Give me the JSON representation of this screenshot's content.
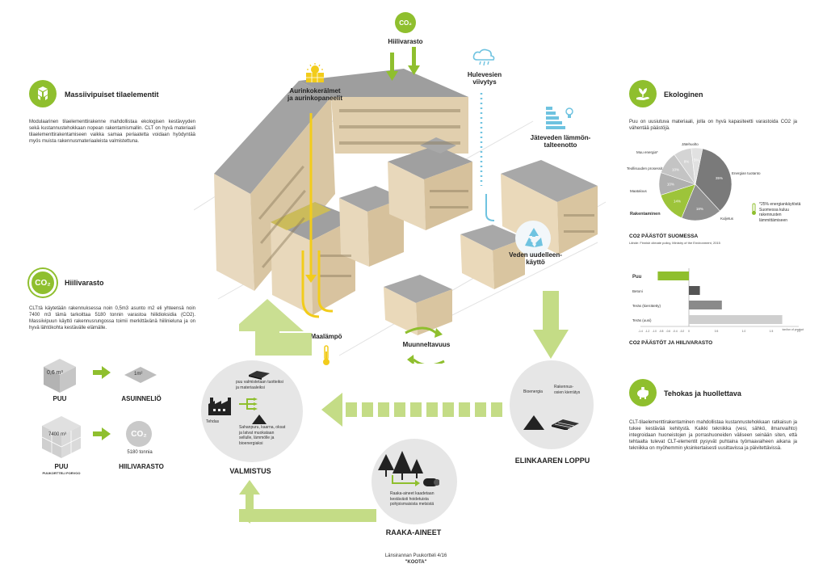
{
  "left": {
    "massive": {
      "title": "Massiivipuiset tilaelementit",
      "text": "Modulaarinen tilaelementtirakenne mahdollistaa ekologisen kestävyyden sekä kustannustehokkaan nopean rakentamismallin. CLT on hyvä materiaali tilaelementtirakentamiseen vaikka samaa periaatetta voidaan hyödyntää myös muista rakennusmateriaaleista valmistettuna."
    },
    "carbon": {
      "badge": "CO₂",
      "title": "Hiilivarasto",
      "text": "CLT:tä käytetään rakennuksessa noin 0,5m3 asunto m2 eli yhteensä noin 7400 m3 tämä tarkoittaa 5180 tonnin varastoa hiilidioksidia (CO2). Massiivipuun käyttö rakennusrungossa toimii merkittävänä hiilinieluna ja on hyvä lähtökohta kestävälle elämälle."
    },
    "cube1_value": "0,6 m³",
    "cube1_label": "PUU",
    "flat_value": "1m²",
    "flat_label": "ASUINNELIÖ",
    "cube2_value": "7400 m³",
    "cube2_label": "PUU",
    "cube2_sub": "PUUKORTTELI PORVOO",
    "co2_badge": "CO₂",
    "co2_value": "5180 tonnia",
    "co2_label": "HIILIVARASTO"
  },
  "center": {
    "top_badge": "CO₂",
    "top_label": "Hiilivarasto",
    "solar": "Aurinkokerälmet\nja aurinkopaneelit",
    "storm": "Hulevesien\nviivytys",
    "heat_recovery": "Jäteveden lämmön-\ntalteenotto",
    "water_reuse": "Veden uudelleen-\nkäyttö",
    "geothermal": "Maalämpö",
    "flexibility": "Muunneltavuus",
    "manufacturing": {
      "title": "VALMISTUS",
      "factory": "Tehdas",
      "note1": "puu valmistetaan tuotteiksi ja materiaaleiksi",
      "note2": "Sahanpuru, kaarna, oksat ja latvat muokataan sellulle, lämmölle ja bioenergiaksi"
    },
    "end_of_life": {
      "title": "ELINKAAREN LOPPU",
      "bio": "Bioenergia",
      "recycle": "Rakennus-osien kierrätys"
    },
    "raw": {
      "title": "RAAKA-AINEET",
      "note": "Raaka-aineet kaadetaan kestävästi hoidetuista pohjoismaisista metsistä"
    },
    "footer_line1": "Länsirannan Puukortteli  4/16",
    "footer_line2": "\"KOOTA\""
  },
  "right": {
    "eco": {
      "title": "Ekologinen",
      "text": "Puu on uusiutuva materiaali, jolla on hyvä kapasiteetti varastoida CO2 ja vähentää päästöjä."
    },
    "efficient": {
      "title": "Tehokas ja huollettava",
      "text": "CLT-tilaelementtirakentaminen mahdollistaa kustannustehokkaan ratkaisun ja tukee kestävää kehitystä. Kaikki tekniikka (vesi, sähkö, ilmanvaihto) integroidaan huoneistojen ja porrashuoneiden väliseen seinään siten, että tehtaalta tulevat CLT-elementit pysyvät puhtaina työmaavaiheen aikana ja tekniikka on myöhemmin yksinkertaisesti uusittavissa ja päivitettävissä."
    },
    "pie_note": "*25% energiankäytöstä Suomessa kuluu rakennusten lämmittämiseen",
    "pie_title": "CO2 PÄÄSTÖT SUOMESSA",
    "pie_source": "Lähde: Finnish climate policy, Ministry of the Environment, 2015",
    "bar_title": "CO2 PÄÄSTÖT JA HIILIVARASTO",
    "bar_unit": "ton/ton of product"
  },
  "chart_data": [
    {
      "type": "pie",
      "title": "CO2 PÄÄSTÖT SUOMESSA",
      "slices": [
        {
          "label": "Energian tuotanto",
          "value": 35,
          "display": "35%",
          "color": "#7a7a7a"
        },
        {
          "label": "Kuljetus",
          "value": 18,
          "display": "18%",
          "color": "#8f8f8f"
        },
        {
          "label": "Rakentaminen",
          "value": 14,
          "display": "14%",
          "color": "#9dc43a"
        },
        {
          "label": "Maatalous",
          "value": 10,
          "display": "10%",
          "color": "#b0b0b0"
        },
        {
          "label": "Teollisuuden prosessit",
          "value": 10,
          "display": "10%",
          "color": "#c4c4c4"
        },
        {
          "label": "Muu energia*",
          "value": 8,
          "display": "8%",
          "color": "#d4d4d4"
        },
        {
          "label": "Jätehuolto",
          "value": 5,
          "display": "5%",
          "color": "#e1e1e1"
        }
      ]
    },
    {
      "type": "bar",
      "title": "CO2 PÄÄSTÖT JA HIILIVARASTO",
      "orientation": "horizontal",
      "categories": [
        "Puu",
        "Betoni",
        "Teräs (kierrätetty)",
        "Teräs (uusi)"
      ],
      "values": [
        -0.9,
        0.2,
        0.6,
        1.7
      ],
      "colors": [
        "#8fbf2e",
        "#555555",
        "#8a8a8a",
        "#cfcfcf"
      ],
      "xlim": [
        -1.4,
        2.0
      ],
      "ticks": [
        -1.4,
        -1.2,
        -1.0,
        -0.8,
        -0.6,
        -0.4,
        -0.2,
        0,
        0.5,
        1.0,
        1.5,
        2.0
      ],
      "tick_labels": [
        "-1.4",
        "-1.2",
        "-1.0",
        "-0.8",
        "-0.6",
        "-0.4",
        "-0.2",
        "0",
        "0.5",
        "1.0",
        "1.5",
        "2.0"
      ],
      "xlabel": "ton/ton of product"
    }
  ]
}
